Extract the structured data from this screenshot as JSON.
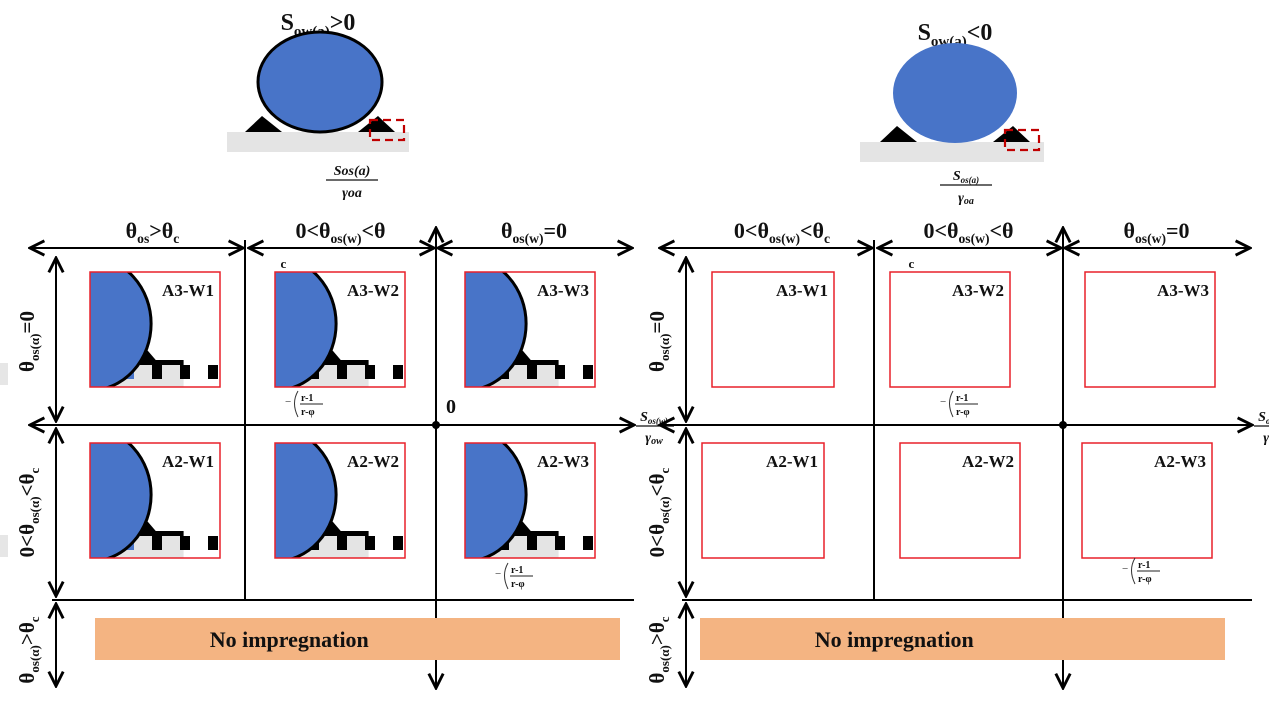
{
  "colors": {
    "droplet": "#4874C8",
    "substrate": "#E4E4E4",
    "pillar": "#000000",
    "cell_border": "#E8202A",
    "highlight_box": "#C00000",
    "no_impregnation": "#F4B482",
    "axis": "#000000"
  },
  "panels": [
    {
      "id": "left",
      "top_title": {
        "main": "S",
        "sub": "ow(a)",
        "rel": ">0"
      },
      "top_droplet_outlined": true,
      "top_fraction": {
        "num": "Sos(a)",
        "den": "γoa"
      },
      "column_headers": [
        {
          "pre": "θ",
          "sub": "os",
          "mid": ">θ",
          "sub2": "c",
          "post": ""
        },
        {
          "pre": "0<θ",
          "sub": "os(w)",
          "mid": "<θ",
          "sub2": "",
          "post": ""
        },
        {
          "pre": "θ",
          "sub": "os(w)",
          "mid": "=0",
          "sub2": "",
          "post": ""
        }
      ],
      "stray_c_label": "c",
      "row_headers": [
        {
          "pre": "θ",
          "sub": "os(α)",
          "post": "=0"
        },
        {
          "pre": "0<θ",
          "sub": "os(α)",
          "post": "<θ",
          "sub2": "c"
        },
        {
          "pre": "θ",
          "sub": "os(α)",
          "post": ">θ",
          "sub2": "c"
        }
      ],
      "origin_label": "0",
      "x_axis_label": {
        "num": "S",
        "num_sub": "os(w)",
        "den": "γ",
        "den_sub": "ow"
      },
      "ratio_label": {
        "prefix": "−",
        "num": "r-1",
        "den": "r-φ"
      },
      "cells": [
        {
          "label": "A3-W1",
          "row": 0,
          "col": 0
        },
        {
          "label": "A3-W2",
          "row": 0,
          "col": 1
        },
        {
          "label": "A3-W3",
          "row": 0,
          "col": 2
        },
        {
          "label": "A2-W1",
          "row": 1,
          "col": 0
        },
        {
          "label": "A2-W2",
          "row": 1,
          "col": 1
        },
        {
          "label": "A2-W3",
          "row": 1,
          "col": 2
        }
      ],
      "no_impregnation_label": "No impregnation"
    },
    {
      "id": "right",
      "top_title": {
        "main": "S",
        "sub": "ow(a)",
        "rel": "<0"
      },
      "top_droplet_outlined": false,
      "top_fraction": {
        "num": "S",
        "num_sub": "os(a)",
        "den": "γ",
        "den_sub": "oa"
      },
      "column_headers": [
        {
          "pre": "0<θ",
          "sub": "os(w)",
          "mid": "<θ",
          "sub2": "c",
          "post": ""
        },
        {
          "pre": "0<θ",
          "sub": "os(w)",
          "mid": "<θ",
          "sub2": "",
          "post": ""
        },
        {
          "pre": "θ",
          "sub": "os(w)",
          "mid": "=0",
          "sub2": "",
          "post": ""
        }
      ],
      "stray_c_label": "c",
      "row_headers": [
        {
          "pre": "θ",
          "sub": "os(α)",
          "post": "=0"
        },
        {
          "pre": "0<θ",
          "sub": "os(α)",
          "post": "<θ",
          "sub2": "c"
        },
        {
          "pre": "θ",
          "sub": "os(α)",
          "post": ">θ",
          "sub2": "c"
        }
      ],
      "x_axis_label": {
        "num": "S",
        "num_sub": "os(w)",
        "den": "γ",
        "den_sub": "ow"
      },
      "ratio_label": {
        "prefix": "−",
        "num": "r-1",
        "den": "r-φ"
      },
      "cells": [
        {
          "label": "A3-W1",
          "row": 0,
          "col": 0
        },
        {
          "label": "A3-W2",
          "row": 0,
          "col": 1
        },
        {
          "label": "A3-W3",
          "row": 0,
          "col": 2
        },
        {
          "label": "A2-W1",
          "row": 1,
          "col": 0
        },
        {
          "label": "A2-W2",
          "row": 1,
          "col": 1
        },
        {
          "label": "A2-W3",
          "row": 1,
          "col": 2
        }
      ],
      "no_impregnation_label": "No impregnation"
    }
  ]
}
